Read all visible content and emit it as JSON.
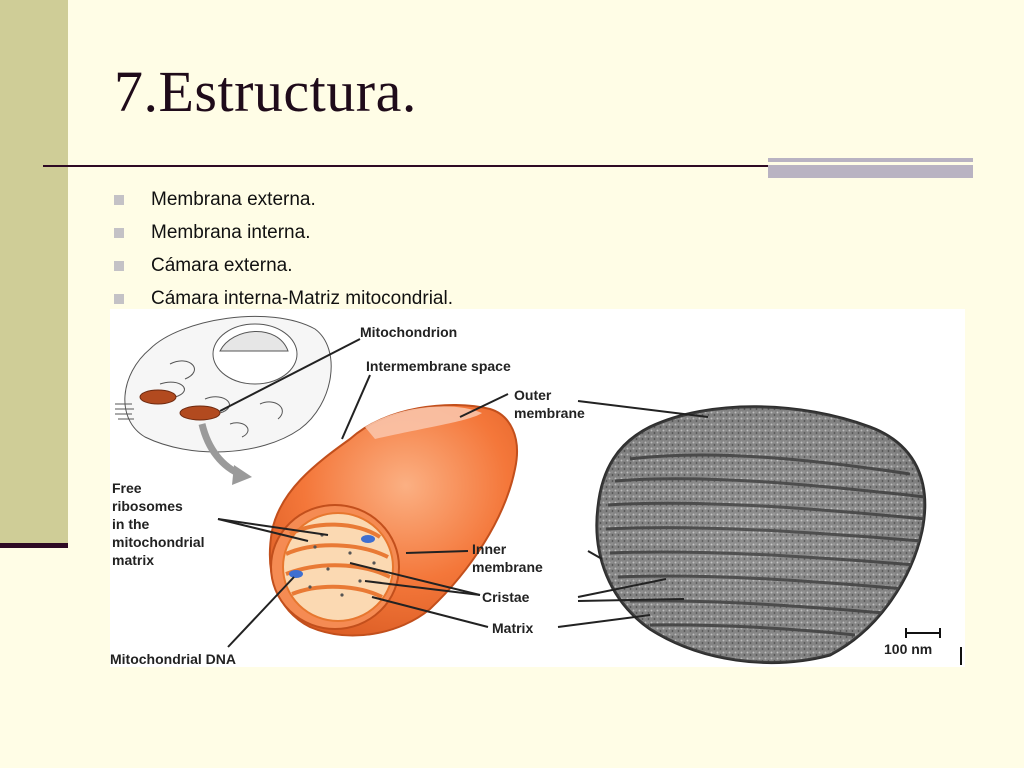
{
  "slide": {
    "title": "7.Estructura.",
    "bullets": [
      "Membrana externa.",
      "Membrana interna.",
      "Cámara externa.",
      "Cámara interna-Matriz mitocondrial."
    ]
  },
  "figure": {
    "labels": {
      "mitochondrion": "Mitochondrion",
      "intermembrane_space": "Intermembrane space",
      "outer_membrane_1": "Outer",
      "outer_membrane_2": "membrane",
      "free_ribosomes_1": "Free",
      "free_ribosomes_2": "ribosomes",
      "free_ribosomes_3": "in the",
      "free_ribosomes_4": "mitochondrial",
      "free_ribosomes_5": "matrix",
      "inner_membrane_1": "Inner",
      "inner_membrane_2": "membrane",
      "cristae": "Cristae",
      "matrix": "Matrix",
      "mitochondrial_dna": "Mitochondrial DNA",
      "scale_bar": "100 nm"
    }
  },
  "colors": {
    "background": "#fffde6",
    "side_strip": "#cfcd97",
    "rule": "#2e0a24",
    "mito_orange": "#f4773a"
  }
}
